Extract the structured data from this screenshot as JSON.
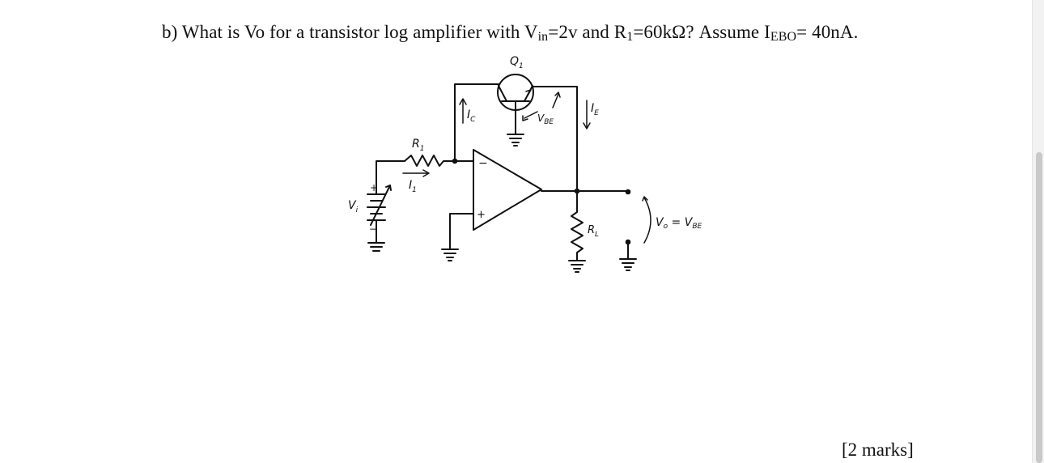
{
  "question": {
    "prefix": "b) What is  Vo for a transistor log amplifier with V",
    "sub_in": "in",
    "mid1": "=2v and R",
    "sub_1": "1",
    "mid2": "=60kΩ? Assume I",
    "sub_ebo": "EBO",
    "suffix": "= 40nA."
  },
  "circuit_labels": {
    "q1": "Q",
    "q1_sub": "1",
    "ic": "I",
    "ic_sub": "C",
    "vbe": "V",
    "vbe_sub": "BE",
    "ie": "I",
    "ie_sub": "E",
    "r1": "R",
    "r1_sub": "1",
    "i1": "I",
    "i1_sub": "1",
    "vi": "V",
    "vi_sub": "i",
    "vi_plus": "+",
    "vi_minus": "−",
    "opamp_minus": "−",
    "opamp_plus": "+",
    "rl": "R",
    "rl_sub": "L",
    "vo": "V",
    "vo_sub": "o",
    "vo_eq": " = V",
    "vo_eq_sub": "BE"
  },
  "marks": "[2 marks]"
}
